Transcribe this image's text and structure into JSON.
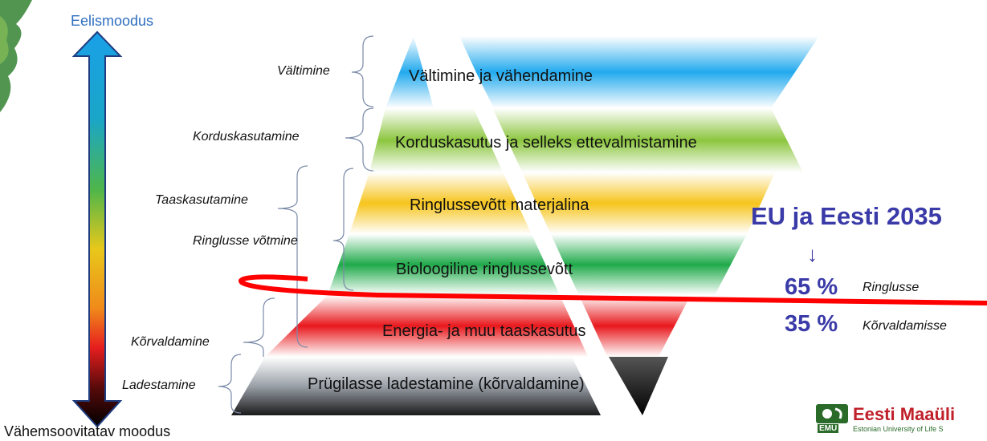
{
  "axis": {
    "top_label": "Eelismoodus",
    "bottom_label": "Vähemsoovitatav moodus"
  },
  "categories": {
    "valtimine": "Vältimine",
    "korduskasutamine": "Korduskasutamine",
    "taaskasutamine": "Taaskasutamine",
    "ringlusse": "Ringlusse võtmine",
    "korvaldamine": "Kõrvaldamine",
    "ladestamine": "Ladestamine"
  },
  "levels": [
    "Vältimine ja vähendamine",
    "Korduskasutus ja selleks ettevalmistamine",
    "Ringlussevõtt materjalina",
    "Bioloogiline ringlussevõtt",
    "Energia- ja muu taaskasutus",
    "Prügilasse ladestamine (kõrvaldamine)"
  ],
  "target": {
    "title": "EU ja Eesti 2035",
    "arrow": "↓",
    "recycle_pct": "65 %",
    "recycle_label": "Ringlusse",
    "disposal_pct": "35 %",
    "disposal_label": "Kõrvaldamisse"
  },
  "logo": {
    "name": "Eesti Maaüli",
    "subtitle": "Estonian University of Life S",
    "abbr": "EMU"
  },
  "colors": {
    "arrow_top": "#1aa0e8",
    "arrow_middle": "#f4c21a",
    "arrow_low": "#e61e1e",
    "arrow_bottom": "#000000",
    "target_text": "#3a3aa8",
    "divider_line": "#ff0000"
  }
}
